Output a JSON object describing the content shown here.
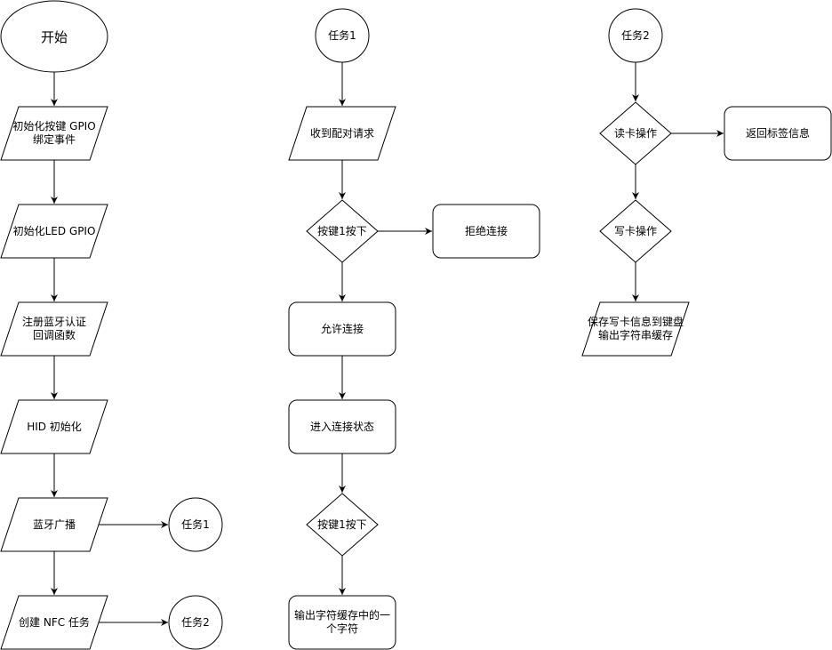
{
  "nodes": {
    "start": "开始",
    "init_key": [
      "初始化按键 GPIO",
      "绑定事件"
    ],
    "init_led": "初始化LED GPIO",
    "reg_bt": [
      "注册蓝牙认证",
      "回调函数"
    ],
    "hid_init": "HID 初始化",
    "bt_adv": "蓝牙广播",
    "task1_ref": "任务1",
    "create_nfc": "创建 NFC 任务",
    "task2_ref": "任务2",
    "task1": "任务1",
    "recv_pair": "收到配对请求",
    "key1_a": "按键1按下",
    "reject": "拒绝连接",
    "allow": "允许连接",
    "enter_conn": "进入连接状态",
    "key1_b": "按键1按下",
    "output_char": [
      "输出字符缓存中的一",
      "个字符"
    ],
    "task2": "任务2",
    "read_card": "读卡操作",
    "return_tag": "返回标签信息",
    "write_card": "写卡操作",
    "save_write": [
      "保存写卡信息到键盘",
      "输出字符串缓存"
    ]
  }
}
